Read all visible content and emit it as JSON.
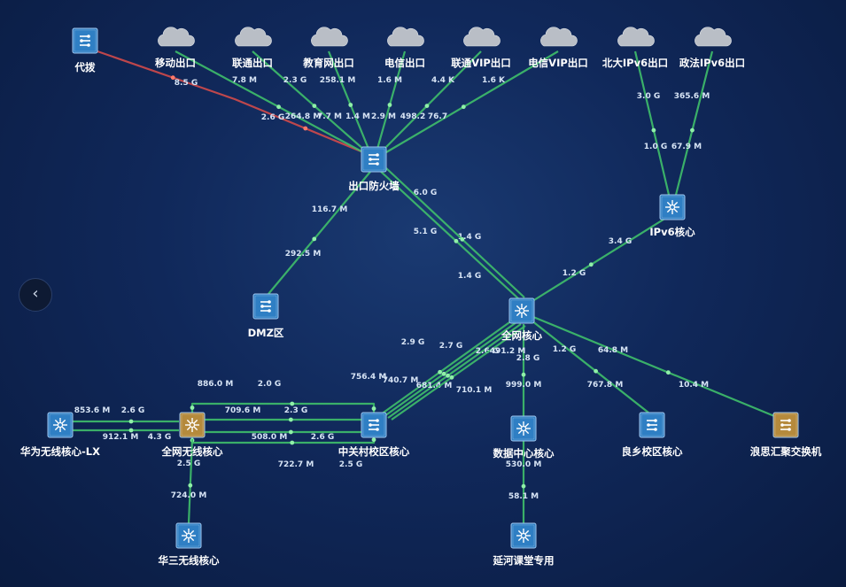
{
  "nav": {
    "prev_glyph": "‹"
  },
  "nodes": [
    {
      "id": "daibo",
      "label": "代拨",
      "icon": "router-icon",
      "color": "#2f7fc4"
    },
    {
      "id": "yidong",
      "label": "移动出口",
      "icon": "cloud-icon",
      "color": "#b9bec6"
    },
    {
      "id": "liantong",
      "label": "联通出口",
      "icon": "cloud-icon",
      "color": "#b9bec6"
    },
    {
      "id": "jiaoyu",
      "label": "教育网出口",
      "icon": "cloud-icon",
      "color": "#b9bec6"
    },
    {
      "id": "dianxin",
      "label": "电信出口",
      "icon": "cloud-icon",
      "color": "#b9bec6"
    },
    {
      "id": "ltvip",
      "label": "联通VIP出口",
      "icon": "cloud-icon",
      "color": "#b9bec6"
    },
    {
      "id": "dxvip",
      "label": "电信VIP出口",
      "icon": "cloud-icon",
      "color": "#b9bec6"
    },
    {
      "id": "bdv6",
      "label": "北大IPv6出口",
      "icon": "cloud-icon",
      "color": "#b9bec6"
    },
    {
      "id": "zfv6",
      "label": "政法IPv6出口",
      "icon": "cloud-icon",
      "color": "#b9bec6"
    },
    {
      "id": "fw",
      "label": "出口防火墙",
      "icon": "router-icon",
      "color": "#2f7fc4"
    },
    {
      "id": "v6core",
      "label": "IPv6核心",
      "icon": "switch-icon",
      "color": "#2f7fc4"
    },
    {
      "id": "dmz",
      "label": "DMZ区",
      "icon": "router-icon",
      "color": "#2f7fc4"
    },
    {
      "id": "core",
      "label": "全网核心",
      "icon": "switch-icon",
      "color": "#2f7fc4"
    },
    {
      "id": "hwlx",
      "label": "华为无线核心-LX",
      "icon": "switch-icon",
      "color": "#2f7fc4"
    },
    {
      "id": "wlcore",
      "label": "全网无线核心",
      "icon": "switch-icon",
      "color": "#b58a3c"
    },
    {
      "id": "zgc",
      "label": "中关村校区核心",
      "icon": "router-icon",
      "color": "#2f7fc4"
    },
    {
      "id": "dc",
      "label": "数据中心核心",
      "icon": "switch-icon",
      "color": "#2f7fc4"
    },
    {
      "id": "lx",
      "label": "良乡校区核心",
      "icon": "router-icon",
      "color": "#2f7fc4"
    },
    {
      "id": "lc",
      "label": "浪思汇聚交换机",
      "icon": "router-icon",
      "color": "#b58a3c"
    },
    {
      "id": "h3c",
      "label": "华三无线核心",
      "icon": "switch-icon",
      "color": "#2f7fc4"
    },
    {
      "id": "yh",
      "label": "延河课堂专用",
      "icon": "switch-icon",
      "color": "#2f7fc4"
    }
  ],
  "links": [
    {
      "from": "daibo",
      "to": "fw",
      "color": "#d24a4a",
      "labels": [
        "8.5 G"
      ]
    },
    {
      "from": "yidong",
      "to": "fw",
      "color": "#3fbf6a",
      "labels": [
        "7.8 M",
        "2.6 G"
      ]
    },
    {
      "from": "liantong",
      "to": "fw",
      "color": "#3fbf6a",
      "labels": [
        "2.3 G",
        "264.8 M"
      ]
    },
    {
      "from": "jiaoyu",
      "to": "fw",
      "color": "#3fbf6a",
      "labels": [
        "258.1 M",
        "7.7 M"
      ]
    },
    {
      "from": "dianxin",
      "to": "fw",
      "color": "#3fbf6a",
      "labels": [
        "1.6 M",
        "1.4 M"
      ]
    },
    {
      "from": "ltvip",
      "to": "fw",
      "color": "#3fbf6a",
      "labels": [
        "4.4 K",
        "2.9 M"
      ]
    },
    {
      "from": "dxvip",
      "to": "fw",
      "color": "#3fbf6a",
      "labels": [
        "1.6 K",
        "498.2",
        "76.7"
      ]
    },
    {
      "from": "bdv6",
      "to": "v6core",
      "color": "#3fbf6a",
      "labels": [
        "3.0 G",
        "1.0 G"
      ]
    },
    {
      "from": "zfv6",
      "to": "v6core",
      "color": "#3fbf6a",
      "labels": [
        "365.6 M",
        "67.9 M"
      ]
    },
    {
      "from": "fw",
      "to": "dmz",
      "color": "#3fbf6a",
      "labels": [
        "116.7 M",
        "292.5 M"
      ]
    },
    {
      "from": "fw",
      "to": "core",
      "color": "#3fbf6a",
      "labels": [
        "6.0 G",
        "1.4 G"
      ]
    },
    {
      "from": "fw",
      "to": "core",
      "color": "#3fbf6a",
      "labels": [
        "5.1 G",
        "1.4 G"
      ]
    },
    {
      "from": "v6core",
      "to": "core",
      "color": "#3fbf6a",
      "labels": [
        "3.4 G",
        "1.2 G"
      ]
    },
    {
      "from": "core",
      "to": "zgc",
      "color": "#3fbf6a",
      "labels": [
        "2.9 G",
        "756.4 M"
      ]
    },
    {
      "from": "core",
      "to": "zgc",
      "color": "#3fbf6a",
      "labels": [
        "2.7 G",
        "740.7 M"
      ]
    },
    {
      "from": "core",
      "to": "zgc",
      "color": "#3fbf6a",
      "labels": [
        "2.6 G",
        "681.4 M"
      ]
    },
    {
      "from": "core",
      "to": "zgc",
      "color": "#3fbf6a",
      "labels": [
        "710.1 M"
      ]
    },
    {
      "from": "core",
      "to": "dc",
      "color": "#3fbf6a",
      "labels": [
        "491.2 M",
        "2.8 G",
        "999.0 M"
      ]
    },
    {
      "from": "core",
      "to": "lx",
      "color": "#3fbf6a",
      "labels": [
        "1.2 G",
        "767.8 M"
      ]
    },
    {
      "from": "core",
      "to": "lc",
      "color": "#3fbf6a",
      "labels": [
        "64.8 M",
        "10.4 M"
      ]
    },
    {
      "from": "hwlx",
      "to": "wlcore",
      "color": "#3fbf6a",
      "labels": [
        "853.6 M",
        "2.6 G"
      ]
    },
    {
      "from": "hwlx",
      "to": "wlcore",
      "color": "#3fbf6a",
      "labels": [
        "912.1 M",
        "4.3 G"
      ]
    },
    {
      "from": "wlcore",
      "to": "zgc",
      "color": "#3fbf6a",
      "labels": [
        "886.0 M",
        "2.0 G"
      ]
    },
    {
      "from": "wlcore",
      "to": "zgc",
      "color": "#3fbf6a",
      "labels": [
        "709.6 M",
        "2.3 G"
      ]
    },
    {
      "from": "wlcore",
      "to": "zgc",
      "color": "#3fbf6a",
      "labels": [
        "508.0 M",
        "2.6 G"
      ]
    },
    {
      "from": "wlcore",
      "to": "zgc",
      "color": "#3fbf6a",
      "labels": [
        "722.7 M",
        "2.5 G"
      ]
    },
    {
      "from": "wlcore",
      "to": "h3c",
      "color": "#3fbf6a",
      "labels": [
        "2.5 G",
        "724.0 M"
      ]
    },
    {
      "from": "dc",
      "to": "yh",
      "color": "#3fbf6a",
      "labels": [
        "530.0 M",
        "58.1 M"
      ]
    }
  ]
}
